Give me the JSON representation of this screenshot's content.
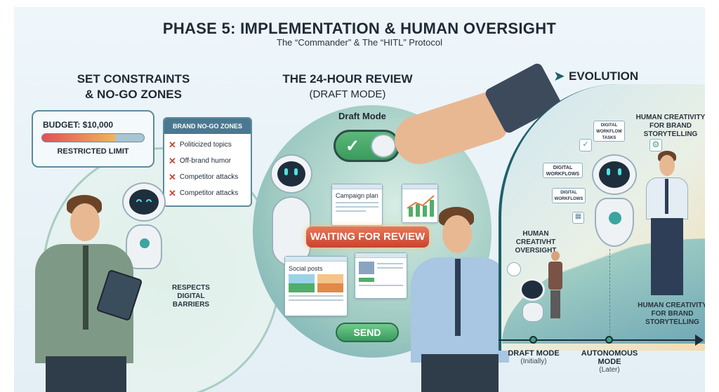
{
  "header": {
    "title": "PHASE 5: IMPLEMENTATION & HUMAN OVERSIGHT",
    "subtitle": "The “Commander” & The “HITL” Protocol"
  },
  "left_panel": {
    "heading_line1": "SET CONSTRAINTS",
    "heading_line2": "& NO-GO ZONES",
    "budget_label": "BUDGET: $10,000",
    "budget_fill_fraction": 0.72,
    "restricted_label": "RESTRICTED LIMIT",
    "no_go_title": "BRAND NO-GO ZONES",
    "no_go_items": [
      "Politicized topics",
      "Off-brand humor",
      "Competitor attacks",
      "Competitor attacks"
    ],
    "respects_line1": "RESPECTS",
    "respects_line2": "DIGITAL",
    "respects_line3": "BARRIERS"
  },
  "middle_panel": {
    "heading_line1": "THE 24-HOUR REVIEW",
    "heading_line2": "(DRAFT MODE)",
    "toggle_label": "Draft Mode",
    "toggle_on": true,
    "campaign_window_title": "Campaign plan",
    "waiting_banner": "WAITING FOR REVIEW",
    "social_window_title": "Social posts",
    "send_button": "SEND"
  },
  "right_panel": {
    "heading": "EVOLUTION",
    "workflow_tasks": "DIGITAL WORKFLOW TASKS",
    "workflows_1": "DIGITAL WORKFLOWS",
    "workflows_2": "DIGITAL WORKFLOWS",
    "creativity_top_line1": "HUMAN CREATIVITY",
    "creativity_top_line2": "FOR BRAND",
    "creativity_top_line3": "STORYTELLING",
    "oversight_line1": "HUMAN",
    "oversight_line2": "CREATIVHT",
    "oversight_line3": "OVERSIGHT",
    "creativity_bottom_line1": "HUMAN CREATIVITY",
    "creativity_bottom_line2": "FOR BRAND",
    "creativity_bottom_line3": "STORYTELLING",
    "timeline": [
      {
        "label": "DRAFT MODE",
        "sub": "(Initially)"
      },
      {
        "label_line1": "AUTONOMOUS",
        "label_line2": "MODE",
        "sub": "(Later)"
      }
    ]
  },
  "colors": {
    "accent": "#3aa57a",
    "warning": "#e0553a",
    "dark": "#1f2a36"
  }
}
